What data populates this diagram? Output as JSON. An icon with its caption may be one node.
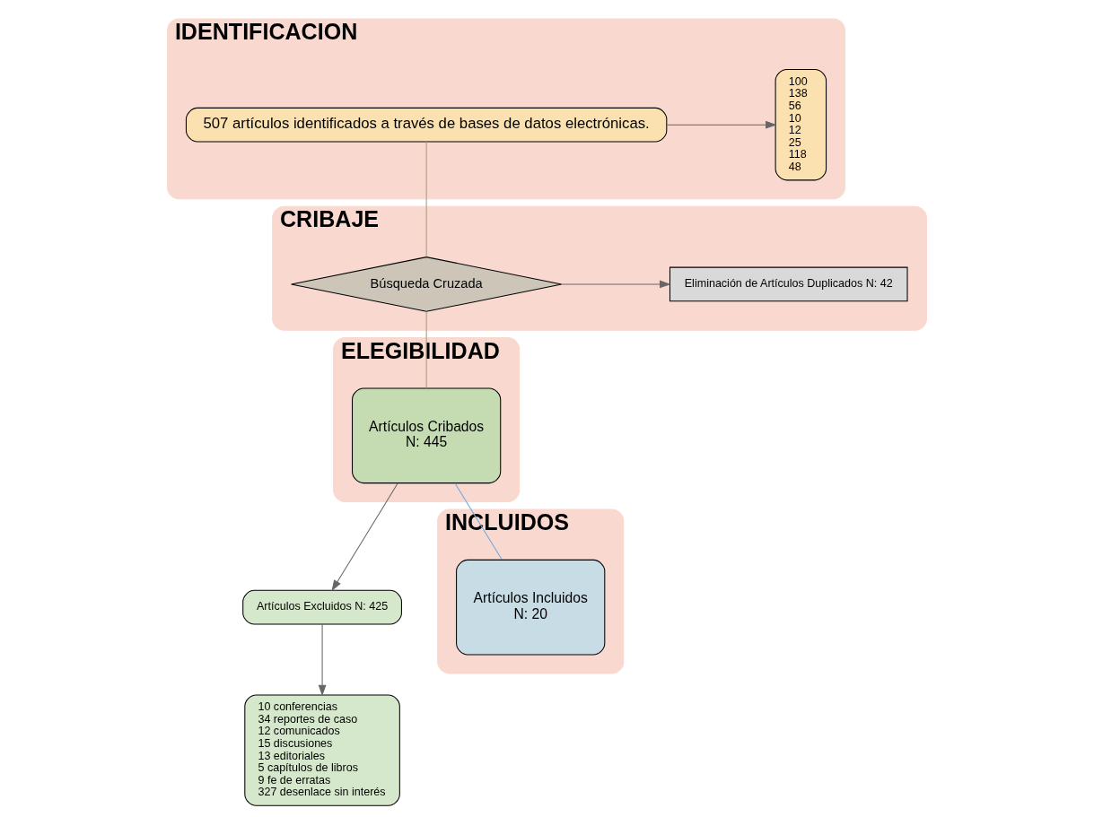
{
  "diagram": {
    "nodes": [
      {
        "text": [
          "IDENTIFICACION"
        ]
      },
      {
        "text": [
          "507 artículos identificados a través de bases de datos electrónicas."
        ],
        "in": 0
      },
      {
        "text": [
          "100",
          "138",
          "56",
          "10",
          "12",
          "25",
          "118",
          "48"
        ],
        "in": 0
      },
      {
        "text": [
          "CRIBAJE"
        ]
      },
      {
        "text": [
          "Búsqueda Cruzada"
        ],
        "in": 3
      },
      {
        "text": [
          "Eliminación de Artículos Duplicados N: 42"
        ],
        "in": 3
      },
      {
        "text": [
          "ELEGIBILIDAD"
        ]
      },
      {
        "text": [
          "Artículos Cribados",
          "N: 445"
        ],
        "in": 6
      },
      {
        "text": [
          "Artículos Excluidos N: 425"
        ]
      },
      {
        "text": [
          "10 conferencias",
          "34 reportes de caso",
          "12 comunicados",
          "15 discusiones",
          "13 editoriales",
          "5 capítulos de libros",
          "9 fe de erratas",
          "327 desenlace sin interés"
        ]
      },
      {
        "text": [
          "INCLUIDOS"
        ]
      },
      {
        "text": [
          "Artículos Incluidos",
          "N: 20"
        ],
        "in": 10
      }
    ],
    "edges": [
      {
        "from": 1,
        "to": 2,
        "arrow": "to"
      },
      {
        "from": 1,
        "to": 4,
        "arrow": "none",
        "color": "#a39e76"
      },
      {
        "from": 4,
        "to": 5,
        "arrow": "to"
      },
      {
        "from": 4,
        "to": 7,
        "arrow": "none",
        "color": "#a39e76"
      },
      {
        "from": 7,
        "to": 11,
        "arrow": "none",
        "color": "#6fa8dc"
      },
      {
        "from": 7,
        "to": 8,
        "arrow": "to"
      },
      {
        "from": 8,
        "to": 9,
        "arrow": "to"
      }
    ]
  }
}
